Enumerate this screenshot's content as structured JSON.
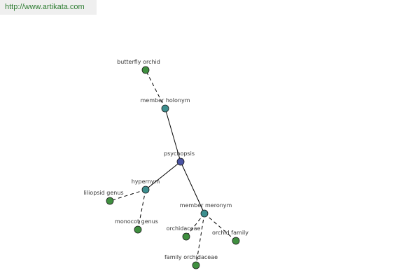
{
  "source_url": "http://www.artikata.com",
  "colors": {
    "root": "#4a53a3",
    "relation": "#3d8f8f",
    "leaf": "#3f8f3f",
    "edge": "#000000",
    "url": "#2e7d32"
  },
  "nodes": [
    {
      "id": "psychopsis",
      "label": "psychopsis",
      "kind": "root"
    },
    {
      "id": "member-holonym",
      "label": "member holonym",
      "kind": "relation"
    },
    {
      "id": "hypernym",
      "label": "hypernym",
      "kind": "relation"
    },
    {
      "id": "member-meronym",
      "label": "member meronym",
      "kind": "relation"
    },
    {
      "id": "butterfly-orchid",
      "label": "butterfly orchid",
      "kind": "leaf"
    },
    {
      "id": "liliopsid-genus",
      "label": "liliopsid genus",
      "kind": "leaf"
    },
    {
      "id": "monocot-genus",
      "label": "monocot genus",
      "kind": "leaf"
    },
    {
      "id": "orchidaceae",
      "label": "orchidaceae",
      "kind": "leaf"
    },
    {
      "id": "orchid-family",
      "label": "orchid family",
      "kind": "leaf"
    },
    {
      "id": "family-orchidaceae",
      "label": "family orchidaceae",
      "kind": "leaf"
    }
  ],
  "edges": [
    {
      "from": "psychopsis",
      "to": "member-holonym",
      "style": "solid"
    },
    {
      "from": "psychopsis",
      "to": "hypernym",
      "style": "solid"
    },
    {
      "from": "psychopsis",
      "to": "member-meronym",
      "style": "solid"
    },
    {
      "from": "member-holonym",
      "to": "butterfly-orchid",
      "style": "dashed"
    },
    {
      "from": "hypernym",
      "to": "liliopsid-genus",
      "style": "dashed"
    },
    {
      "from": "hypernym",
      "to": "monocot-genus",
      "style": "dashed"
    },
    {
      "from": "member-meronym",
      "to": "orchidaceae",
      "style": "dashed"
    },
    {
      "from": "member-meronym",
      "to": "orchid-family",
      "style": "dashed"
    },
    {
      "from": "member-meronym",
      "to": "family-orchidaceae",
      "style": "dashed"
    }
  ]
}
